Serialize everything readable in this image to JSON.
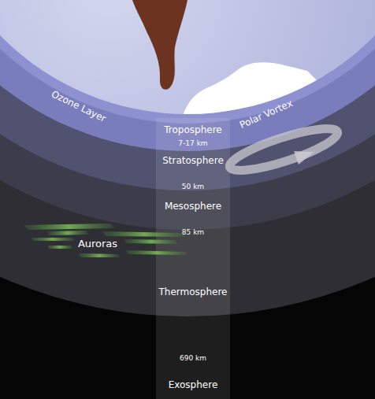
{
  "diagram": {
    "labels": [
      "Ozone Layer",
      "Troposphere",
      "7-17 km",
      "Polar Vortex",
      "Stratosphere",
      "50 km",
      "Mesosphere",
      "85 km",
      "Auroras",
      "Thermosphere",
      "690 km",
      "Exosphere"
    ]
  }
}
